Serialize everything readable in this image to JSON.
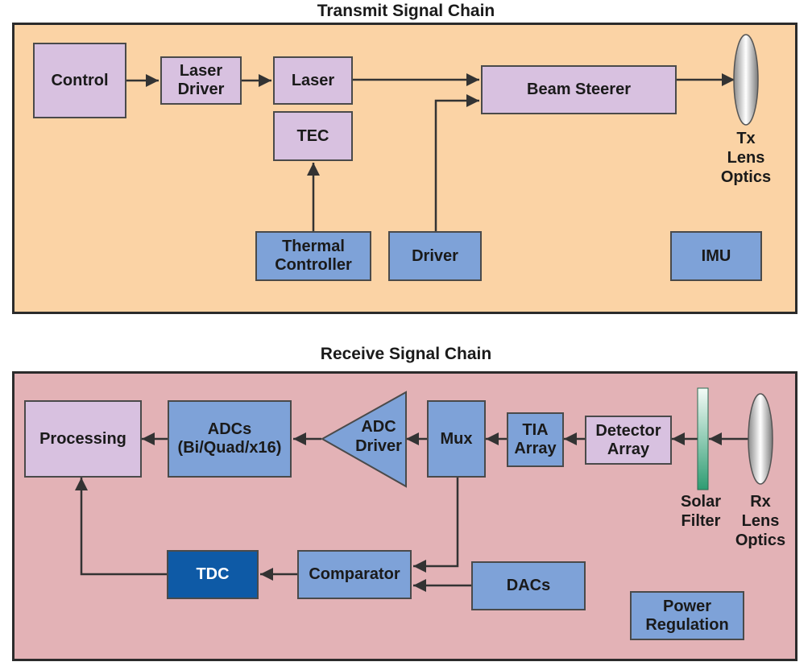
{
  "transmit": {
    "title": "Transmit Signal Chain",
    "blocks": {
      "control": "Control",
      "laser_driver": "Laser\nDriver",
      "laser": "Laser",
      "tec": "TEC",
      "beam_steerer": "Beam Steerer",
      "thermal_controller": "Thermal\nController",
      "driver": "Driver",
      "imu": "IMU"
    },
    "lens_label": "Tx\nLens\nOptics"
  },
  "receive": {
    "title": "Receive Signal Chain",
    "blocks": {
      "processing": "Processing",
      "adcs": "ADCs\n(Bi/Quad/x16)",
      "adc_driver": "ADC\nDriver",
      "mux": "Mux",
      "tia_array": "TIA\nArray",
      "detector_array": "Detector\nArray",
      "tdc": "TDC",
      "comparator": "Comparator",
      "dacs": "DACs",
      "power_regulation": "Power\nRegulation"
    },
    "solar_filter_label": "Solar\nFilter",
    "lens_label": "Rx\nLens\nOptics"
  },
  "colors": {
    "tx_background": "#fbd3a5",
    "rx_background": "#e3b2b6",
    "lilac_block": "#d8c1e0",
    "blue_block": "#7ea2d8",
    "tdc_block": "#0e5aa6",
    "arrow": "#333333"
  }
}
